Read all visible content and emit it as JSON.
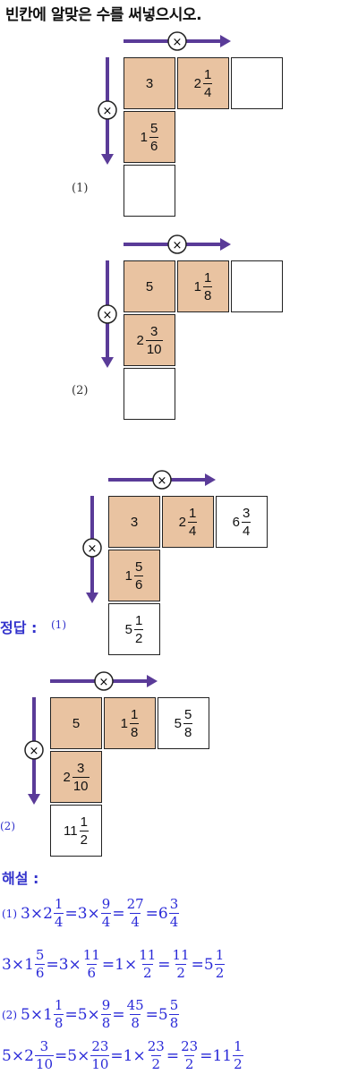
{
  "question": "빈칸에 알맞은 수를 써넣으시오.",
  "operator_symbol": "×",
  "problems": [
    {
      "label": "(1)",
      "a": "3",
      "b": {
        "whole": "2",
        "num": "1",
        "den": "4"
      },
      "c": {
        "whole": "1",
        "num": "5",
        "den": "6"
      },
      "ans_right": {
        "whole": "6",
        "num": "3",
        "den": "4"
      },
      "ans_bottom": {
        "whole": "5",
        "num": "1",
        "den": "2"
      }
    },
    {
      "label": "(2)",
      "a": "5",
      "b": {
        "whole": "1",
        "num": "1",
        "den": "8"
      },
      "c": {
        "whole": "2",
        "num": "3",
        "den": "10"
      },
      "ans_right": {
        "whole": "5",
        "num": "5",
        "den": "8"
      },
      "ans_bottom": {
        "whole": "11",
        "num": "1",
        "den": "2"
      }
    }
  ],
  "answer_title": "정답 :",
  "explanation_title": "해설 :",
  "explanation": {
    "l1": {
      "tag": "(1)",
      "a": "3",
      "x": "×",
      "w1": "2",
      "n1": "1",
      "d1": "4",
      "eq": "=",
      "a2": "3",
      "n2": "9",
      "d2": "4",
      "n3": "27",
      "d3": "4",
      "w4": "6",
      "n4": "3",
      "d4": "4"
    },
    "l2": {
      "a": "3",
      "x": "×",
      "w1": "1",
      "n1": "5",
      "d1": "6",
      "eq": "=",
      "a2": "3",
      "n2": "11",
      "d2": "6",
      "a3": "1",
      "n3": "11",
      "d3": "2",
      "n4": "11",
      "d4": "2",
      "w5": "5",
      "n5": "1",
      "d5": "2"
    },
    "l3": {
      "tag": "(2)",
      "a": "5",
      "x": "×",
      "w1": "1",
      "n1": "1",
      "d1": "8",
      "eq": "=",
      "a2": "5",
      "n2": "9",
      "d2": "8",
      "n3": "45",
      "d3": "8",
      "w4": "5",
      "n4": "5",
      "d4": "8"
    },
    "l4": {
      "a": "5",
      "x": "×",
      "w1": "2",
      "n1": "3",
      "d1": "10",
      "eq": "=",
      "a2": "5",
      "n2": "23",
      "d2": "10",
      "a3": "1",
      "n3": "23",
      "d3": "2",
      "n4": "23",
      "d4": "2",
      "w5": "11",
      "n5": "1",
      "d5": "2"
    }
  },
  "colors": {
    "arrow": "#5a3b98",
    "fill": "#e9c3a1",
    "answer": "#2a2ad8"
  }
}
